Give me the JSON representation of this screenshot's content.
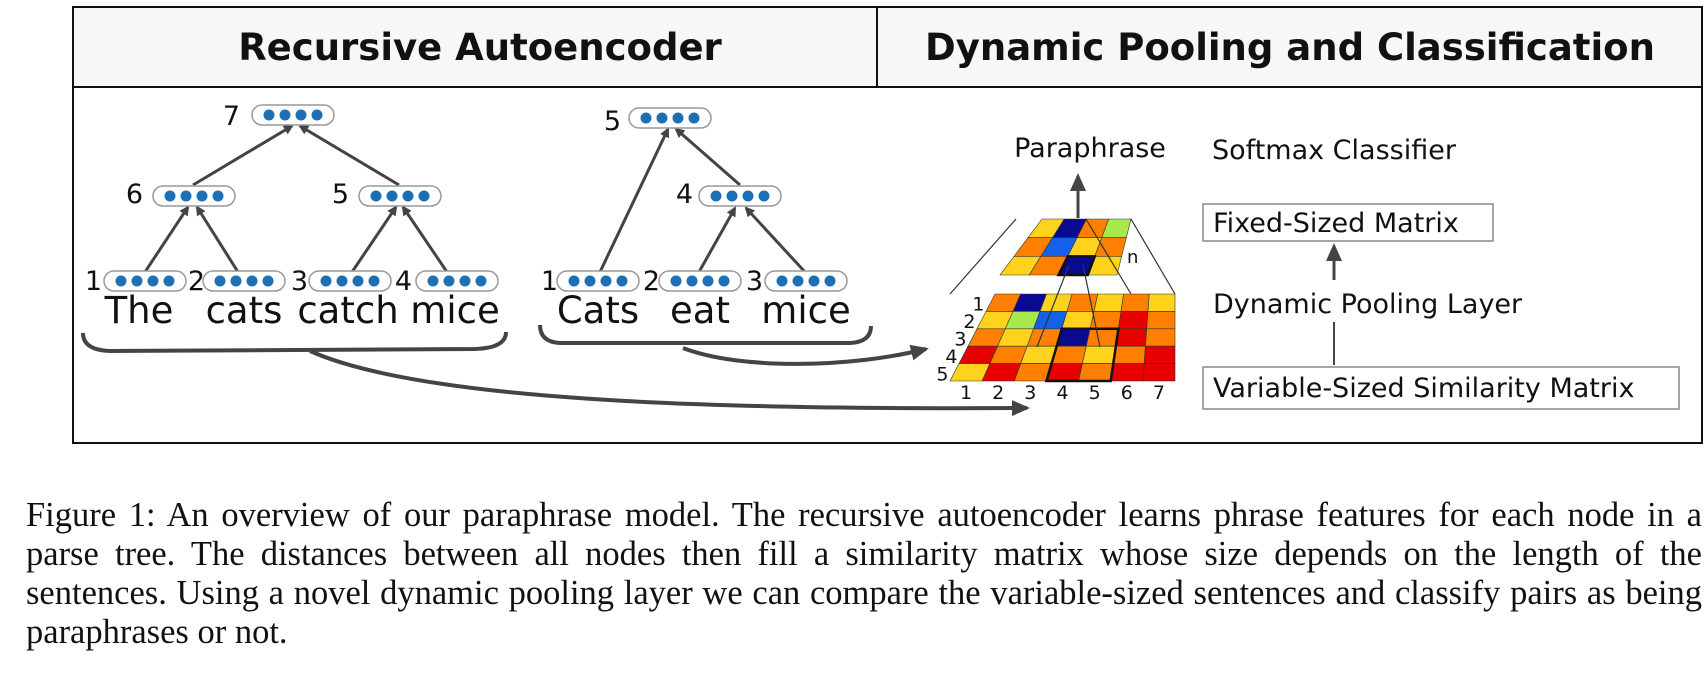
{
  "header": {
    "left_title": "Recursive Autoencoder",
    "right_title": "Dynamic Pooling and Classification"
  },
  "tree1": {
    "root_num": "7",
    "node6": "6",
    "node5": "5",
    "leaf_nums": [
      "1",
      "2",
      "3",
      "4"
    ],
    "words": [
      "The",
      "cats",
      "catch",
      "mice"
    ]
  },
  "tree2": {
    "root_num": "5",
    "node4": "4",
    "leaf_nums": [
      "1",
      "2",
      "3"
    ],
    "words": [
      "Cats",
      "eat",
      "mice"
    ]
  },
  "pooling": {
    "output_label": "Paraphrase",
    "n_label": "n",
    "row_nums": [
      "1",
      "2",
      "3",
      "4",
      "5"
    ],
    "col_nums": [
      "1",
      "2",
      "3",
      "4",
      "5",
      "6",
      "7"
    ]
  },
  "legend": {
    "softmax": "Softmax  Classifier",
    "fixed_matrix": "Fixed-Sized Matrix",
    "pooling_layer": "Dynamic Pooling Layer",
    "variable_matrix": "Variable-Sized Similarity Matrix"
  },
  "caption": "Figure 1: An overview of our paraphrase model. The recursive autoencoder learns phrase features for each node in a parse tree. The distances between all nodes then fill a similarity matrix whose size depends on the length of the sentences. Using a novel dynamic pooling layer we can compare the variable-sized sentences and classify pairs as being paraphrases or not.",
  "colors": {
    "neuron": "#1f6fb5",
    "arrow": "#444444",
    "red": "#e60000",
    "orange": "#ff8000",
    "yellow": "#ffd21e",
    "light_green": "#a8e84c",
    "blue": "#1560e8",
    "dark_blue": "#0a0a90"
  }
}
